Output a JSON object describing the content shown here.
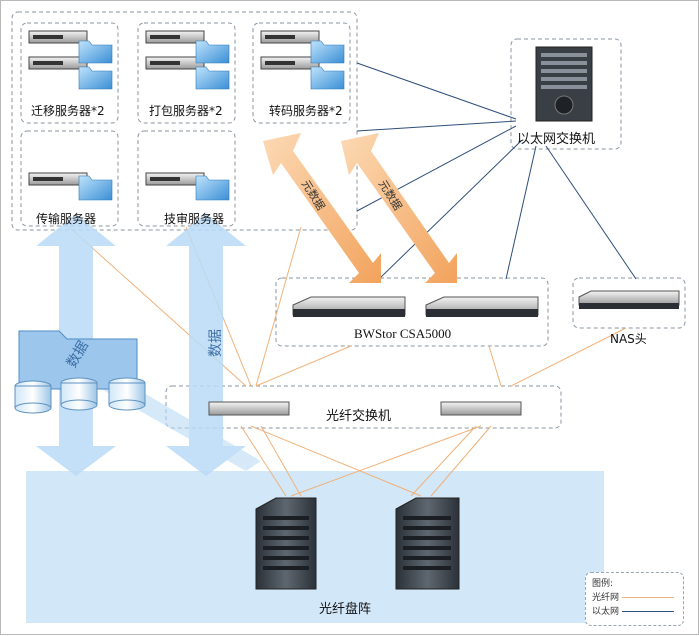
{
  "servers": {
    "migration": "迁移服务器*2",
    "packaging": "打包服务器*2",
    "transcoding": "转码服务器*2",
    "transfer": "传输服务器",
    "review": "技审服务器"
  },
  "ethernet_switch": "以太网交换机",
  "storage": "BWStor CSA5000",
  "nas_head": "NAS头",
  "fc_switch": "光纤交换机",
  "disk_array": "光纤盘阵",
  "arrows": {
    "metadata_1": "元数据",
    "metadata_2": "元数据",
    "data_left": "数据",
    "data_center": "数据"
  },
  "legend": {
    "title": "图例:",
    "fiber": "光纤网",
    "ethernet": "以太网",
    "fiber_color": "#f0b27a",
    "ethernet_color": "#2f4e7a"
  }
}
